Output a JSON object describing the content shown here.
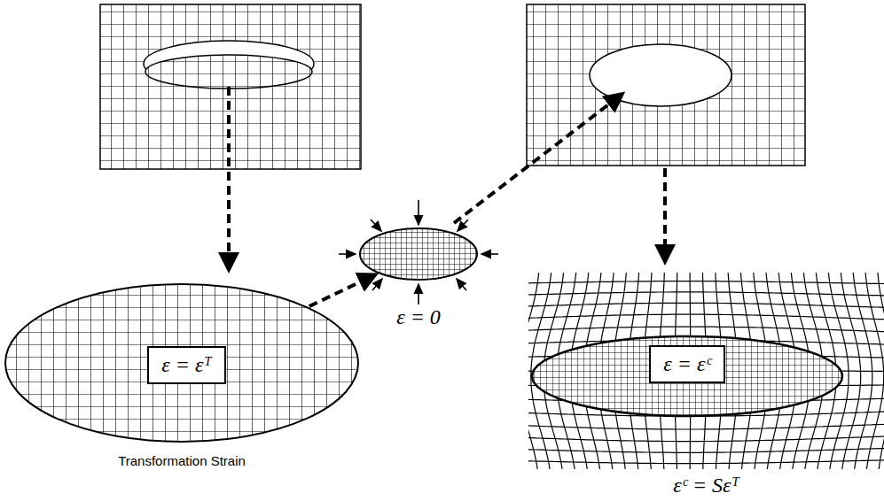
{
  "diagram": {
    "nodes": [
      {
        "text": [
          "Transformation Strain"
        ]
      },
      {
        "text": [
          "ε = εᵀ"
        ],
        "in": 0
      },
      {
        "text": [
          "ε = 0"
        ]
      },
      {
        "text": [
          "εᶜ = Sεᵀ"
        ]
      },
      {
        "text": [
          "ε = εᶜ"
        ],
        "in": 3
      }
    ],
    "edges": [
      {
        "from": 1,
        "to": 2,
        "arrow": "to"
      }
    ]
  }
}
